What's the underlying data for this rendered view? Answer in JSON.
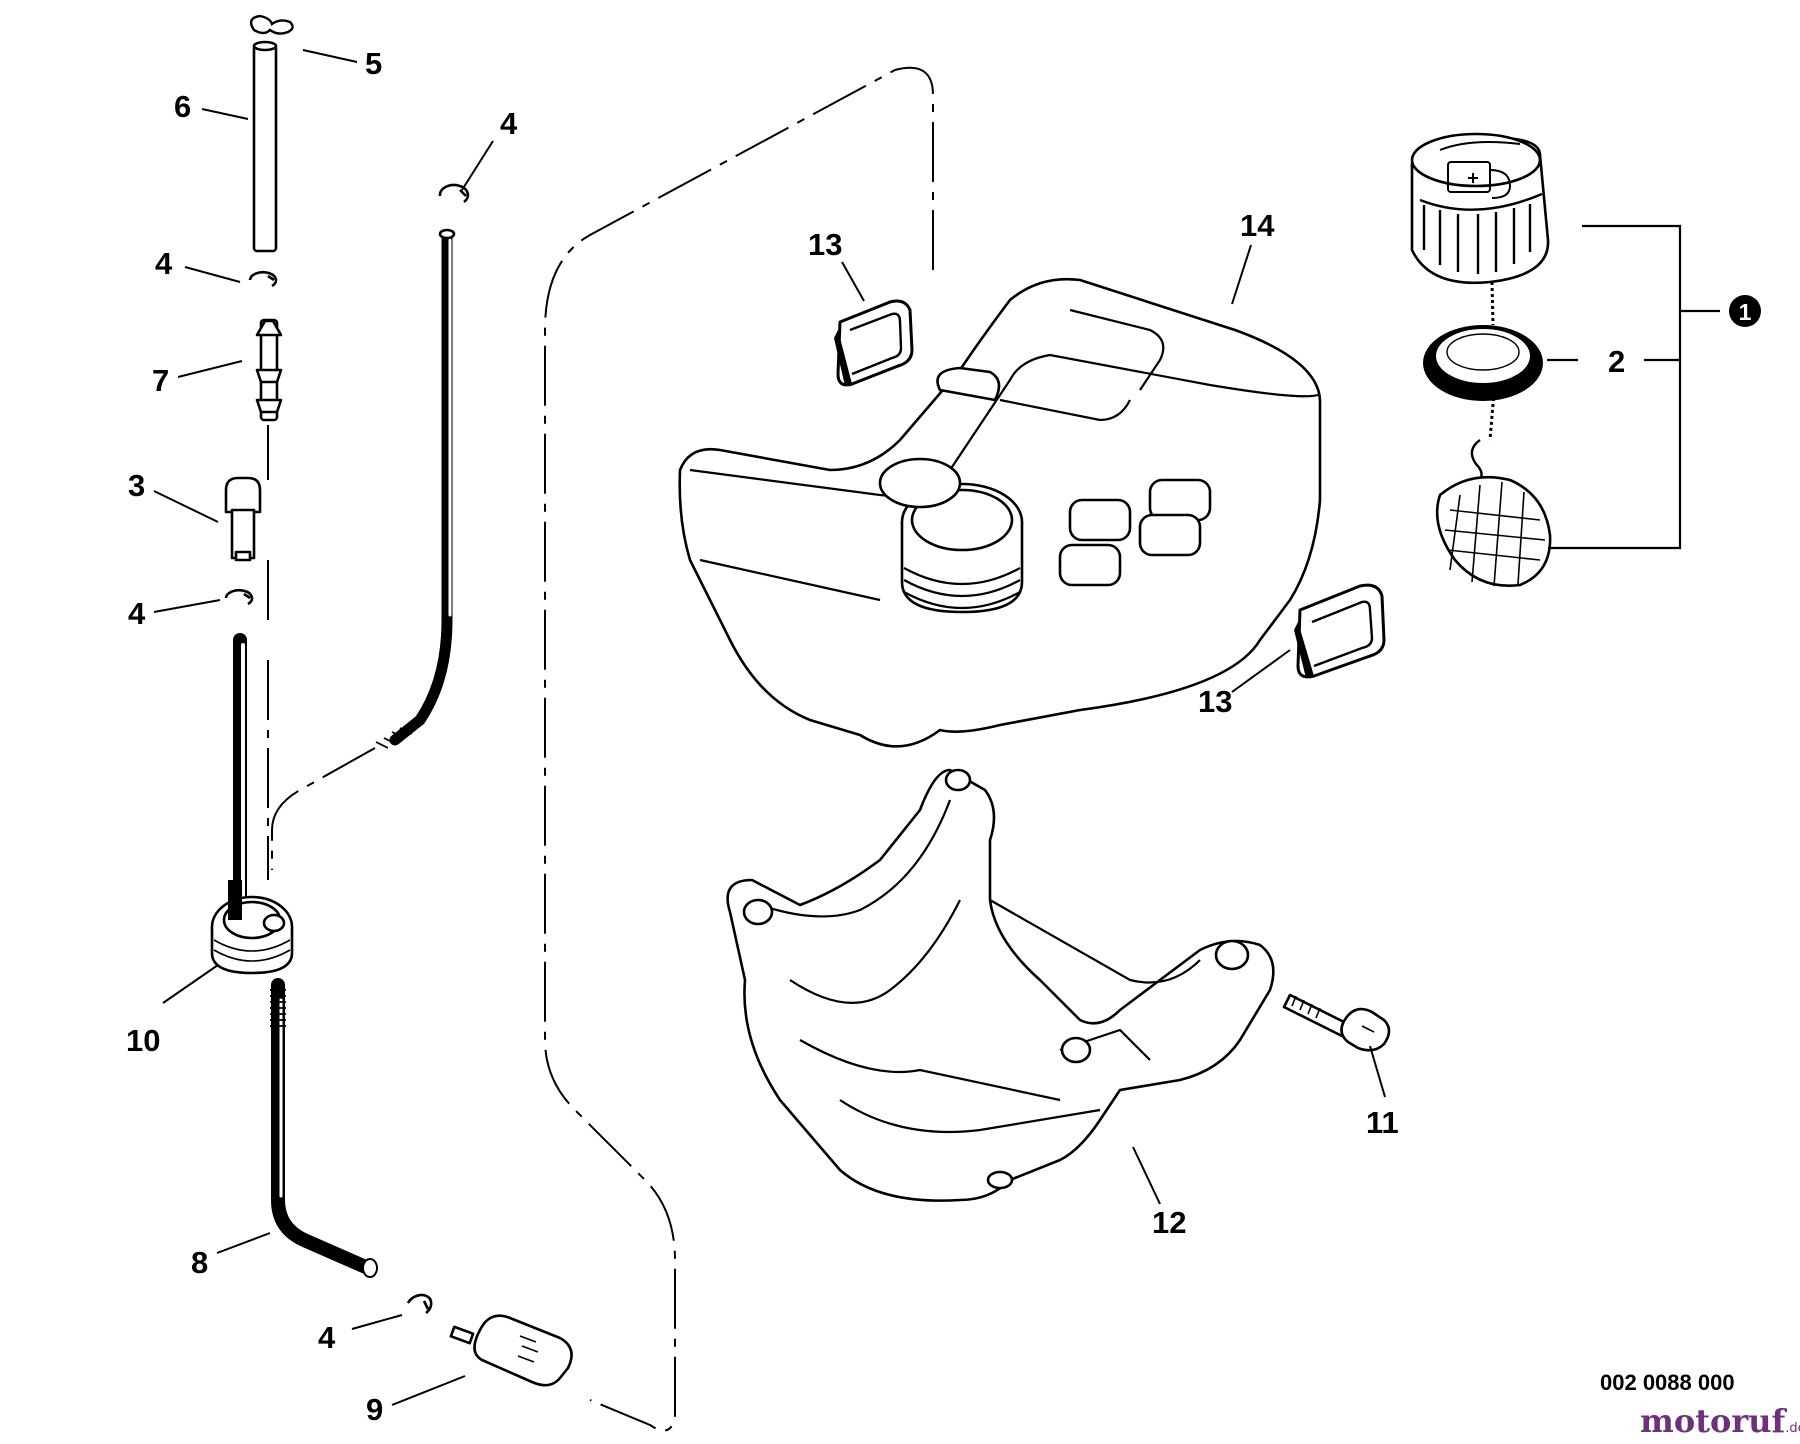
{
  "diagram": {
    "callouts": [
      {
        "id": "c5",
        "label": "5"
      },
      {
        "id": "c6",
        "label": "6"
      },
      {
        "id": "c4a",
        "label": "4"
      },
      {
        "id": "c4b",
        "label": "4"
      },
      {
        "id": "c7",
        "label": "7"
      },
      {
        "id": "c3",
        "label": "3"
      },
      {
        "id": "c4c",
        "label": "4"
      },
      {
        "id": "c10",
        "label": "10"
      },
      {
        "id": "c8",
        "label": "8"
      },
      {
        "id": "c4d",
        "label": "4"
      },
      {
        "id": "c9",
        "label": "9"
      },
      {
        "id": "c13a",
        "label": "13"
      },
      {
        "id": "c14",
        "label": "14"
      },
      {
        "id": "c13b",
        "label": "13"
      },
      {
        "id": "c2",
        "label": "2"
      },
      {
        "id": "c1",
        "label": "1"
      },
      {
        "id": "c11",
        "label": "11"
      },
      {
        "id": "c12",
        "label": "12"
      }
    ],
    "drawing_number": "002 0088 000",
    "brand_name": "motoruf",
    "brand_tld": ".de"
  }
}
